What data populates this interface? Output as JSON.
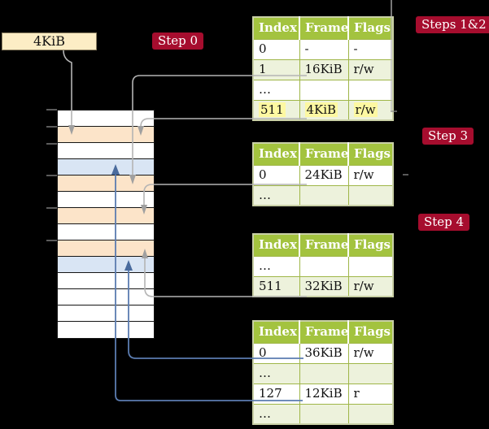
{
  "base_box": {
    "label": "4KiB"
  },
  "step_labels": {
    "step0": "Step 0",
    "steps12": "Steps 1&2",
    "step3": "Step 3",
    "step4": "Step 4"
  },
  "tables": [
    {
      "headers": [
        "Index",
        "Frame",
        "Flags"
      ],
      "rows": [
        {
          "cells": [
            "0",
            "-",
            "-"
          ]
        },
        {
          "cells": [
            "1",
            "16KiB",
            "r/w"
          ]
        },
        {
          "cells": [
            "…",
            "",
            ""
          ]
        },
        {
          "cells": [
            "511",
            "4KiB",
            "r/w"
          ],
          "highlighted": true
        }
      ]
    },
    {
      "headers": [
        "Index",
        "Frame",
        "Flags"
      ],
      "rows": [
        {
          "cells": [
            "0",
            "24KiB",
            "r/w"
          ]
        },
        {
          "cells": [
            "…",
            "",
            ""
          ]
        }
      ]
    },
    {
      "headers": [
        "Index",
        "Frame",
        "Flags"
      ],
      "rows": [
        {
          "cells": [
            "…",
            "",
            ""
          ]
        },
        {
          "cells": [
            "511",
            "32KiB",
            "r/w"
          ]
        }
      ]
    },
    {
      "headers": [
        "Index",
        "Frame",
        "Flags"
      ],
      "rows": [
        {
          "cells": [
            "0",
            "36KiB",
            "r/w"
          ]
        },
        {
          "cells": [
            "…",
            "",
            ""
          ]
        },
        {
          "cells": [
            "127",
            "12KiB",
            "r"
          ]
        },
        {
          "cells": [
            "…",
            "",
            ""
          ]
        }
      ]
    }
  ],
  "memory": {
    "rows": [
      "white",
      "frame",
      "white",
      "page",
      "frame",
      "white",
      "frame",
      "white",
      "frame",
      "page",
      "white",
      "white",
      "white",
      "white"
    ]
  },
  "colors": {
    "background": "#000000",
    "table_header_green": "#a3c33f",
    "table_shade_green": "#edf2dc",
    "frame_peach": "#fce4c9",
    "page_blue": "#d9e5f4",
    "highlight_yellow": "#fdf8a2",
    "step_label_red": "#a60d2e",
    "base_box_cream": "#fcedc5",
    "gray_arrow": "#b4b4b4",
    "blue_arrow": "#5b7cb0"
  }
}
